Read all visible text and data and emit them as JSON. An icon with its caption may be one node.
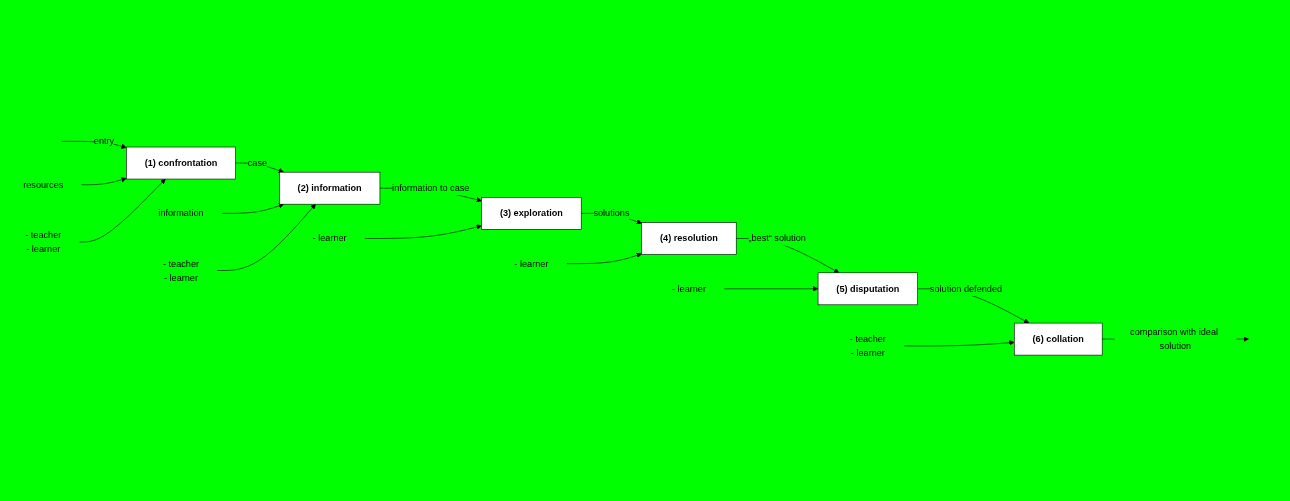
{
  "diagram": {
    "nodes": [
      {
        "text": [
          "resources"
        ]
      },
      {
        "text": [
          "(1) confrontation"
        ]
      },
      {
        "text": [
          "- teacher",
          "- learner"
        ]
      },
      {
        "text": [
          "information"
        ]
      },
      {
        "text": [
          "(2) information"
        ]
      },
      {
        "text": [
          "- teacher",
          "- learner"
        ]
      },
      {
        "text": [
          "(3) exploration"
        ]
      },
      {
        "text": [
          "- learner"
        ]
      },
      {
        "text": [
          "(4) resolution"
        ]
      },
      {
        "text": [
          "- learner"
        ]
      },
      {
        "text": [
          "(5) disputation"
        ]
      },
      {
        "text": [
          "- learner"
        ]
      },
      {
        "text": [
          "(6) collation"
        ]
      },
      {
        "text": [
          "- teacher",
          "- learner"
        ]
      }
    ],
    "edges": [
      {
        "from": null,
        "to": 1,
        "arrow": "to",
        "label": "entry"
      },
      {
        "from": 0,
        "to": 1,
        "arrow": "to"
      },
      {
        "from": 2,
        "to": 1,
        "arrow": "to"
      },
      {
        "from": 1,
        "to": 4,
        "arrow": "to",
        "label": "case"
      },
      {
        "from": 3,
        "to": 4,
        "arrow": "to"
      },
      {
        "from": 5,
        "to": 4,
        "arrow": "to"
      },
      {
        "from": 4,
        "to": 6,
        "arrow": "to",
        "label": "information to case"
      },
      {
        "from": 7,
        "to": 6,
        "arrow": "to"
      },
      {
        "from": 6,
        "to": 8,
        "arrow": "to",
        "label": "solutions"
      },
      {
        "from": 9,
        "to": 8,
        "arrow": "to"
      },
      {
        "from": 8,
        "to": 10,
        "arrow": "to",
        "label": "„best“ solution"
      },
      {
        "from": 11,
        "to": 10,
        "arrow": "to"
      },
      {
        "from": 10,
        "to": 12,
        "arrow": "to",
        "label": "solution defended"
      },
      {
        "from": 13,
        "to": 12,
        "arrow": "to"
      },
      {
        "from": 12,
        "to": null,
        "arrow": "to",
        "label": "comparison with ideal solution"
      }
    ]
  }
}
